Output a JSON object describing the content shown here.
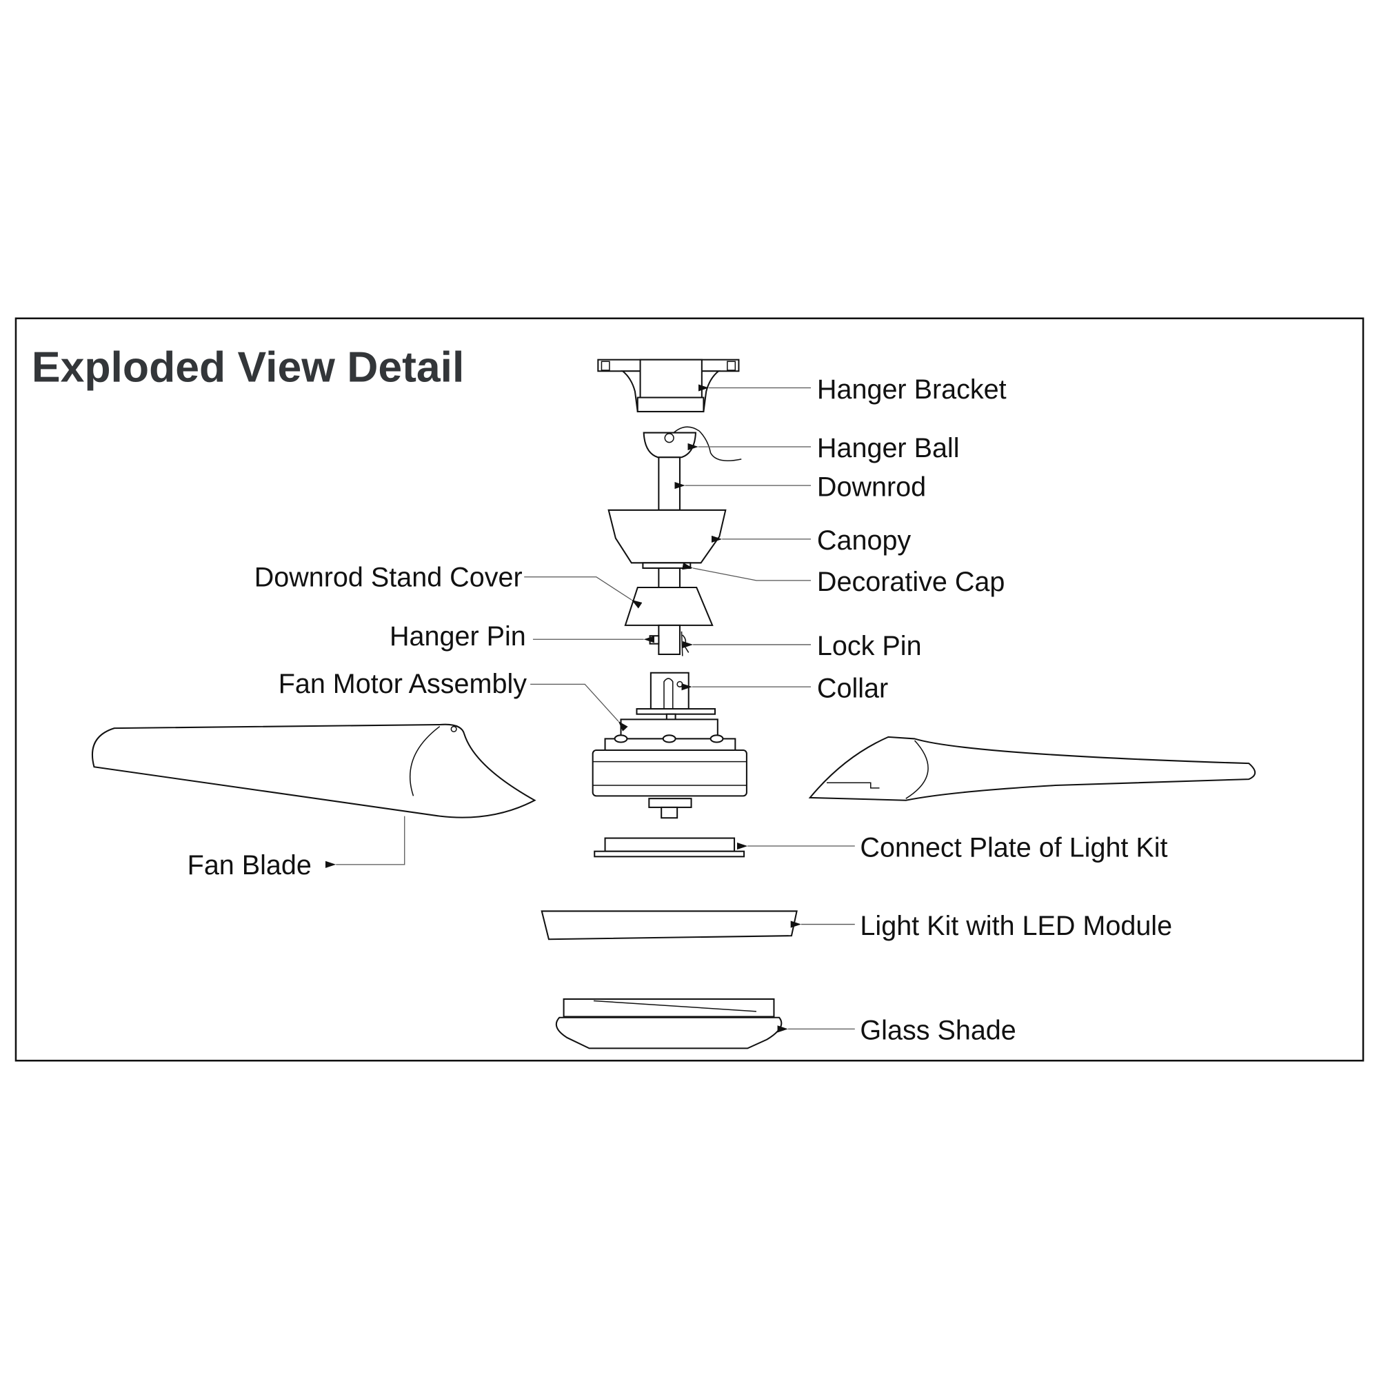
{
  "title": "Exploded View Detail",
  "labels": {
    "hanger_bracket": "Hanger Bracket",
    "hanger_ball": "Hanger Ball",
    "downrod": "Downrod",
    "canopy": "Canopy",
    "decorative_cap": "Decorative Cap",
    "lock_pin": "Lock Pin",
    "collar": "Collar",
    "connect_plate": "Connect Plate of Light Kit",
    "light_kit": "Light Kit with LED Module",
    "glass_shade": "Glass Shade",
    "downrod_stand_cover": "Downrod Stand Cover",
    "hanger_pin": "Hanger Pin",
    "fan_motor_assembly": "Fan Motor Assembly",
    "fan_blade": "Fan Blade"
  },
  "colors": {
    "title": "#333639",
    "line": "#111111",
    "leader": "#555555"
  }
}
